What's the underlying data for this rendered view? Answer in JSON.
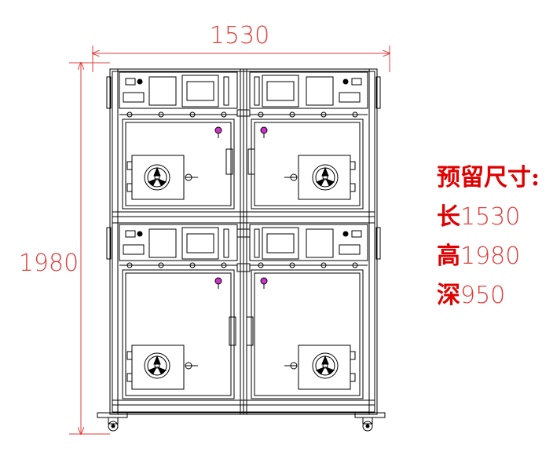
{
  "dimensions": {
    "width_label": "1530",
    "height_label": "1980"
  },
  "spec": {
    "title": "预留尺寸:",
    "rows": [
      {
        "label": "长",
        "value": "1530"
      },
      {
        "label": "高",
        "value": "1980"
      },
      {
        "label": "深",
        "value": "950"
      }
    ]
  },
  "colors": {
    "dimension": "#e23b3b",
    "outline": "#000000",
    "indicator": "#cc33cc"
  },
  "icons": [
    "fan-icon",
    "door-handle-icon",
    "caster-wheel-icon",
    "indicator-lamp-icon",
    "display-screen-icon"
  ]
}
